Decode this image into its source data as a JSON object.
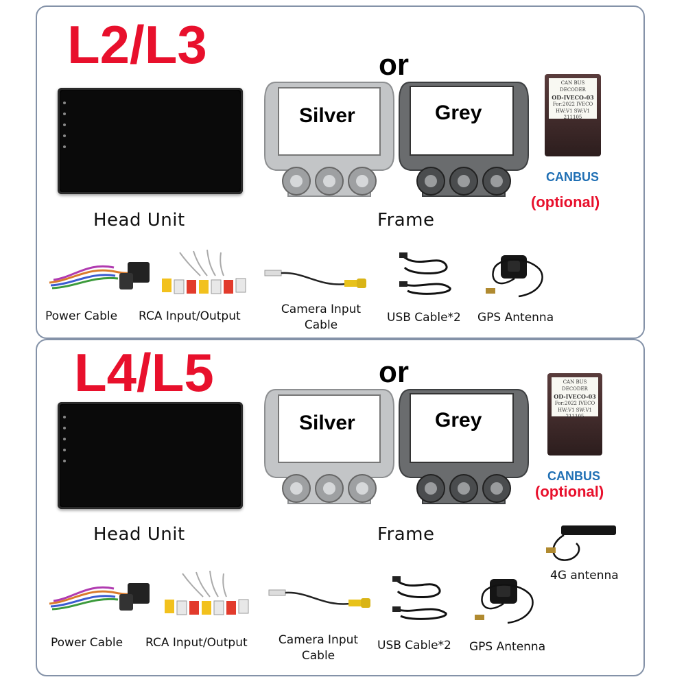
{
  "sections": [
    {
      "title": "L2/L3",
      "or_label": "or",
      "head_unit_label": "Head Unit",
      "frame_label": "Frame",
      "frame_silver": "Silver",
      "frame_grey": "Grey",
      "canbus_label": "CANBUS",
      "canbus_optional": "(optional)",
      "decoder_lines": [
        "CAN BUS DECODER",
        "OD-IVECO-03",
        "For:2022 IVECO",
        "HW:V1  SW:V1  211105"
      ],
      "accessories": {
        "power_cable": "Power Cable",
        "rca": "RCA Input/Output",
        "camera_line1": "Camera Input",
        "camera_line2": "Cable",
        "usb": "USB Cable*2",
        "gps": "GPS Antenna"
      }
    },
    {
      "title": "L4/L5",
      "or_label": "or",
      "head_unit_label": "Head Unit",
      "frame_label": "Frame",
      "frame_silver": "Silver",
      "frame_grey": "Grey",
      "canbus_label": "CANBUS",
      "canbus_optional": "(optional)",
      "decoder_lines": [
        "CAN BUS DECODER",
        "OD-IVECO-03",
        "For:2022 IVECO",
        "HW:V1  SW:V1  211105"
      ],
      "antenna_4g": "4G antenna",
      "accessories": {
        "power_cable": "Power Cable",
        "rca": "RCA Input/Output",
        "camera_line1": "Camera Input",
        "camera_line2": "Cable",
        "usb": "USB Cable*2",
        "gps": "GPS Antenna"
      }
    }
  ],
  "colors": {
    "title_red": "#e8102c",
    "canbus_blue": "#1f6fb4",
    "panel_border": "#8492a8",
    "frame_silver": "#b9bbbd",
    "frame_grey": "#5d5f61"
  },
  "icons": [
    "android-screen-icon",
    "silver-frame-icon",
    "grey-frame-icon",
    "canbus-decoder-icon",
    "power-cable-icon",
    "rca-cable-icon",
    "camera-cable-icon",
    "usb-cable-icon",
    "gps-antenna-icon",
    "4g-antenna-icon"
  ]
}
